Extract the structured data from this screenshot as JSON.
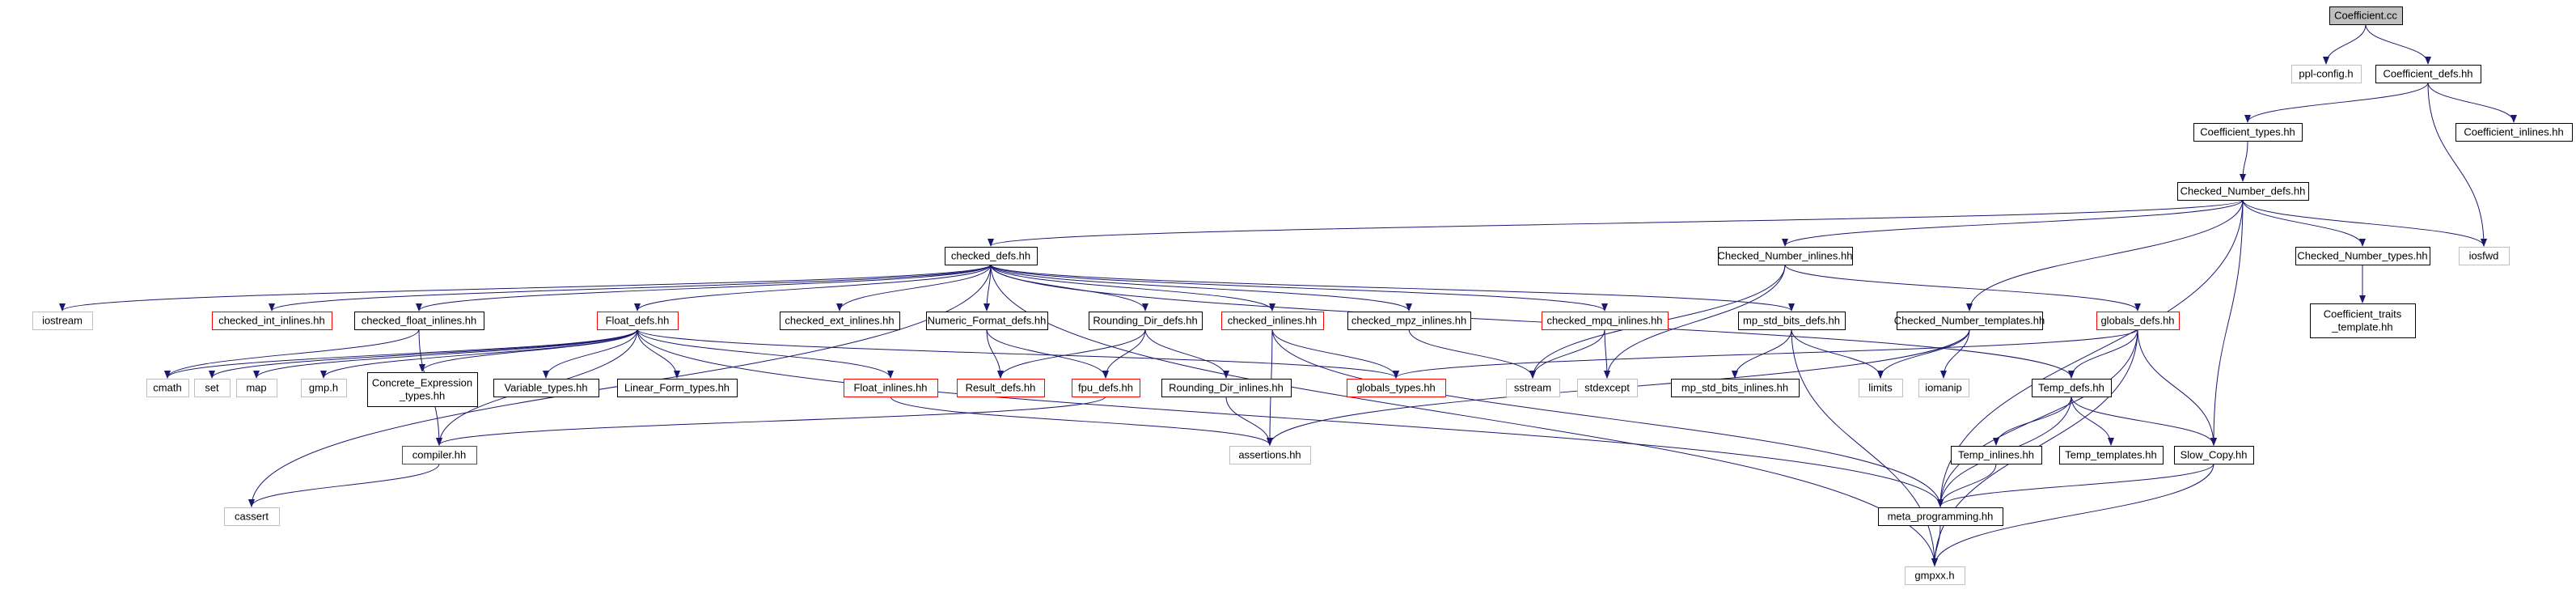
{
  "colors": {
    "edge": "#191970",
    "border_normal": "#000000",
    "border_truncated": "#ff0000",
    "border_external": "#bfbfbf",
    "root_fill": "#bfbfbf",
    "fill": "#ffffff",
    "text": "#000000"
  },
  "nodes": {
    "coefficient_cc": {
      "label": "Coefficient.cc",
      "kind": "root"
    },
    "ppl_config_h": {
      "label": "ppl-config.h",
      "kind": "external"
    },
    "coefficient_defs_hh": {
      "label": "Coefficient_defs.hh",
      "kind": "normal"
    },
    "coefficient_types_hh": {
      "label": "Coefficient_types.hh",
      "kind": "normal"
    },
    "coefficient_inlines_hh": {
      "label": "Coefficient_inlines.hh",
      "kind": "normal"
    },
    "checked_number_defs_hh": {
      "label": "Checked_Number_defs.hh",
      "kind": "normal"
    },
    "iosfwd": {
      "label": "iosfwd",
      "kind": "external"
    },
    "checked_defs_hh": {
      "label": "checked_defs.hh",
      "kind": "normal"
    },
    "checked_number_inlines_hh": {
      "label": "Checked_Number_inlines.hh",
      "kind": "normal"
    },
    "checked_number_types_hh": {
      "label": "Checked_Number_types.hh",
      "kind": "normal"
    },
    "coefficient_traits_template_hh": {
      "label": [
        "Coefficient_traits",
        "_template.hh"
      ],
      "kind": "normal"
    },
    "iostream": {
      "label": "iostream",
      "kind": "external"
    },
    "checked_int_inlines_hh": {
      "label": "checked_int_inlines.hh",
      "kind": "truncated"
    },
    "checked_float_inlines_hh": {
      "label": "checked_float_inlines.hh",
      "kind": "normal"
    },
    "float_defs_hh": {
      "label": "Float_defs.hh",
      "kind": "truncated"
    },
    "checked_ext_inlines_hh": {
      "label": "checked_ext_inlines.hh",
      "kind": "normal"
    },
    "numeric_format_defs_hh": {
      "label": "Numeric_Format_defs.hh",
      "kind": "normal"
    },
    "rounding_dir_defs_hh": {
      "label": "Rounding_Dir_defs.hh",
      "kind": "normal"
    },
    "checked_inlines_hh": {
      "label": "checked_inlines.hh",
      "kind": "truncated"
    },
    "checked_mpz_inlines_hh": {
      "label": "checked_mpz_inlines.hh",
      "kind": "normal"
    },
    "checked_mpq_inlines_hh": {
      "label": "checked_mpq_inlines.hh",
      "kind": "truncated"
    },
    "mp_std_bits_defs_hh": {
      "label": "mp_std_bits_defs.hh",
      "kind": "normal"
    },
    "checked_number_templates_hh": {
      "label": "Checked_Number_templates.hh",
      "kind": "normal"
    },
    "globals_defs_hh": {
      "label": "globals_defs.hh",
      "kind": "truncated"
    },
    "cmath": {
      "label": "cmath",
      "kind": "external"
    },
    "set": {
      "label": "set",
      "kind": "external"
    },
    "map": {
      "label": "map",
      "kind": "external"
    },
    "gmp_h": {
      "label": "gmp.h",
      "kind": "external"
    },
    "concrete_expression_types_hh": {
      "label": [
        "Concrete_Expression",
        "_types.hh"
      ],
      "kind": "normal"
    },
    "variable_types_hh": {
      "label": "Variable_types.hh",
      "kind": "normal"
    },
    "linear_form_types_hh": {
      "label": "Linear_Form_types.hh",
      "kind": "normal"
    },
    "float_inlines_hh": {
      "label": "Float_inlines.hh",
      "kind": "truncated"
    },
    "result_defs_hh": {
      "label": "Result_defs.hh",
      "kind": "truncated"
    },
    "fpu_defs_hh": {
      "label": "fpu_defs.hh",
      "kind": "truncated"
    },
    "rounding_dir_inlines_hh": {
      "label": "Rounding_Dir_inlines.hh",
      "kind": "normal"
    },
    "globals_types_hh": {
      "label": "globals_types.hh",
      "kind": "truncated"
    },
    "sstream": {
      "label": "sstream",
      "kind": "external"
    },
    "stdexcept": {
      "label": "stdexcept",
      "kind": "external"
    },
    "mp_std_bits_inlines_hh": {
      "label": "mp_std_bits_inlines.hh",
      "kind": "normal"
    },
    "limits": {
      "label": "limits",
      "kind": "external"
    },
    "iomanip": {
      "label": "iomanip",
      "kind": "external"
    },
    "temp_defs_hh": {
      "label": "Temp_defs.hh",
      "kind": "normal"
    },
    "compiler_hh": {
      "label": "compiler.hh",
      "kind": "truncated"
    },
    "assertions_hh": {
      "label": "assertions.hh",
      "kind": "external"
    },
    "temp_inlines_hh": {
      "label": "Temp_inlines.hh",
      "kind": "normal"
    },
    "temp_templates_hh": {
      "label": "Temp_templates.hh",
      "kind": "normal"
    },
    "slow_copy_hh": {
      "label": "Slow_Copy.hh",
      "kind": "normal"
    },
    "cassert": {
      "label": "cassert",
      "kind": "external"
    },
    "meta_programming_hh": {
      "label": "meta_programming.hh",
      "kind": "normal"
    },
    "gmpxx_h": {
      "label": "gmpxx.h",
      "kind": "external"
    }
  },
  "edges": [
    [
      "coefficient_cc",
      "ppl_config_h"
    ],
    [
      "coefficient_cc",
      "coefficient_defs_hh"
    ],
    [
      "coefficient_defs_hh",
      "coefficient_types_hh"
    ],
    [
      "coefficient_defs_hh",
      "coefficient_inlines_hh"
    ],
    [
      "coefficient_defs_hh",
      "iosfwd"
    ],
    [
      "coefficient_types_hh",
      "checked_number_defs_hh"
    ],
    [
      "checked_number_defs_hh",
      "checked_defs_hh"
    ],
    [
      "checked_number_defs_hh",
      "checked_number_inlines_hh"
    ],
    [
      "checked_number_defs_hh",
      "checked_number_types_hh"
    ],
    [
      "checked_number_defs_hh",
      "iosfwd"
    ],
    [
      "checked_number_defs_hh",
      "checked_number_templates_hh"
    ],
    [
      "checked_number_defs_hh",
      "slow_copy_hh"
    ],
    [
      "checked_number_defs_hh",
      "meta_programming_hh"
    ],
    [
      "checked_number_types_hh",
      "coefficient_traits_template_hh"
    ],
    [
      "checked_defs_hh",
      "iostream"
    ],
    [
      "checked_defs_hh",
      "checked_int_inlines_hh"
    ],
    [
      "checked_defs_hh",
      "checked_float_inlines_hh"
    ],
    [
      "checked_defs_hh",
      "float_defs_hh"
    ],
    [
      "checked_defs_hh",
      "checked_ext_inlines_hh"
    ],
    [
      "checked_defs_hh",
      "numeric_format_defs_hh"
    ],
    [
      "checked_defs_hh",
      "rounding_dir_defs_hh"
    ],
    [
      "checked_defs_hh",
      "checked_inlines_hh"
    ],
    [
      "checked_defs_hh",
      "checked_mpz_inlines_hh"
    ],
    [
      "checked_defs_hh",
      "checked_mpq_inlines_hh"
    ],
    [
      "checked_defs_hh",
      "mp_std_bits_defs_hh"
    ],
    [
      "checked_defs_hh",
      "temp_defs_hh"
    ],
    [
      "checked_defs_hh",
      "cassert"
    ],
    [
      "checked_defs_hh",
      "gmpxx_h"
    ],
    [
      "checked_number_inlines_hh",
      "sstream"
    ],
    [
      "checked_number_inlines_hh",
      "stdexcept"
    ],
    [
      "checked_number_inlines_hh",
      "globals_defs_hh"
    ],
    [
      "checked_float_inlines_hh",
      "cmath"
    ],
    [
      "float_defs_hh",
      "cmath"
    ],
    [
      "float_defs_hh",
      "set"
    ],
    [
      "float_defs_hh",
      "map"
    ],
    [
      "float_defs_hh",
      "gmp_h"
    ],
    [
      "float_defs_hh",
      "concrete_expression_types_hh"
    ],
    [
      "float_defs_hh",
      "variable_types_hh"
    ],
    [
      "float_defs_hh",
      "linear_form_types_hh"
    ],
    [
      "float_defs_hh",
      "float_inlines_hh"
    ],
    [
      "float_defs_hh",
      "globals_types_hh"
    ],
    [
      "float_defs_hh",
      "compiler_hh"
    ],
    [
      "float_defs_hh",
      "meta_programming_hh"
    ],
    [
      "checked_float_inlines_hh",
      "compiler_hh"
    ],
    [
      "float_inlines_hh",
      "assertions_hh"
    ],
    [
      "numeric_format_defs_hh",
      "result_defs_hh"
    ],
    [
      "numeric_format_defs_hh",
      "fpu_defs_hh"
    ],
    [
      "rounding_dir_defs_hh",
      "result_defs_hh"
    ],
    [
      "rounding_dir_defs_hh",
      "fpu_defs_hh"
    ],
    [
      "rounding_dir_defs_hh",
      "rounding_dir_inlines_hh"
    ],
    [
      "fpu_defs_hh",
      "compiler_hh"
    ],
    [
      "rounding_dir_inlines_hh",
      "assertions_hh"
    ],
    [
      "checked_inlines_hh",
      "globals_types_hh"
    ],
    [
      "checked_inlines_hh",
      "assertions_hh"
    ],
    [
      "checked_inlines_hh",
      "meta_programming_hh"
    ],
    [
      "checked_mpz_inlines_hh",
      "sstream"
    ],
    [
      "checked_mpq_inlines_hh",
      "sstream"
    ],
    [
      "checked_mpq_inlines_hh",
      "stdexcept"
    ],
    [
      "mp_std_bits_defs_hh",
      "mp_std_bits_inlines_hh"
    ],
    [
      "mp_std_bits_defs_hh",
      "limits"
    ],
    [
      "mp_std_bits_defs_hh",
      "gmpxx_h"
    ],
    [
      "checked_number_templates_hh",
      "limits"
    ],
    [
      "checked_number_templates_hh",
      "iomanip"
    ],
    [
      "checked_number_templates_hh",
      "assertions_hh"
    ],
    [
      "globals_defs_hh",
      "globals_types_hh"
    ],
    [
      "globals_defs_hh",
      "temp_defs_hh"
    ],
    [
      "globals_defs_hh",
      "slow_copy_hh"
    ],
    [
      "globals_defs_hh",
      "meta_programming_hh"
    ],
    [
      "globals_defs_hh",
      "gmpxx_h"
    ],
    [
      "temp_defs_hh",
      "temp_inlines_hh"
    ],
    [
      "temp_defs_hh",
      "temp_templates_hh"
    ],
    [
      "temp_defs_hh",
      "slow_copy_hh"
    ],
    [
      "temp_defs_hh",
      "meta_programming_hh"
    ],
    [
      "temp_inlines_hh",
      "meta_programming_hh"
    ],
    [
      "slow_copy_hh",
      "meta_programming_hh"
    ],
    [
      "slow_copy_hh",
      "gmpxx_h"
    ],
    [
      "compiler_hh",
      "cassert"
    ],
    [
      "meta_programming_hh",
      "gmpxx_h"
    ]
  ]
}
